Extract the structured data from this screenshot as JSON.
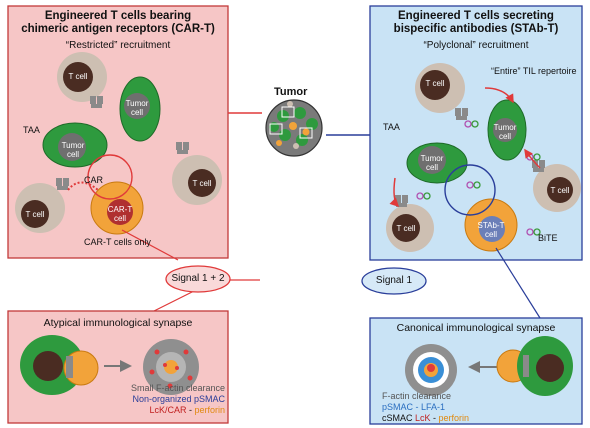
{
  "left_panel": {
    "title_line1": "Engineered T cells bearing",
    "title_line2": "chimeric antigen receptors (CAR-T)",
    "recruitment": "“Restricted” recruitment",
    "taa_label": "TAA",
    "car_label": "CAR",
    "tumor_cell_label": "Tumor cell",
    "tumor_cell2_label": "Tumor cell",
    "t_cell_label": "T cell",
    "cart_cell_label": "CAR-T cell",
    "footer": "CAR-T cells only"
  },
  "right_panel": {
    "title_line1": "Engineered T cells secreting",
    "title_line2": "bispecific antibodies (STAb-T)",
    "recruitment": "“Polyclonal” recruitment",
    "til_label": "“Entire” TIL repertoire",
    "taa_label": "TAA",
    "bite_label": "BiTE",
    "tumor_cell_label": "Tumor cell",
    "t_cell_label": "T cell",
    "stabt_cell_label": "STAb-T cell"
  },
  "center": {
    "tumor_label": "Tumor"
  },
  "signals": {
    "left": "Signal 1 + 2",
    "right": "Signal 1"
  },
  "left_synapse": {
    "title": "Atypical immunological synapse",
    "line1": "Small F-actin clearance",
    "line2": "Non-organized pSMAC",
    "line3a": "LcK/CAR",
    "line3b": " - ",
    "line3c": "perforin"
  },
  "right_synapse": {
    "title": "Canonical immunological synapse",
    "line1": "F-actin clearance",
    "line2": "pSMAC - LFA-1",
    "line3a": "cSMAC ",
    "line3b": "LcK",
    "line3c": " - ",
    "line3d": "perforin"
  },
  "colors": {
    "left_bg": "#f6c6c6",
    "right_bg": "#c9e3f5",
    "tumor_green": "#2e9a3e",
    "cart_orange": "#f2a33a",
    "tcell_tan": "#cdbfb2",
    "nucleus_dark": "#4a2c22",
    "red_accent": "#e03a3a",
    "blue_accent": "#2a3e9a"
  }
}
